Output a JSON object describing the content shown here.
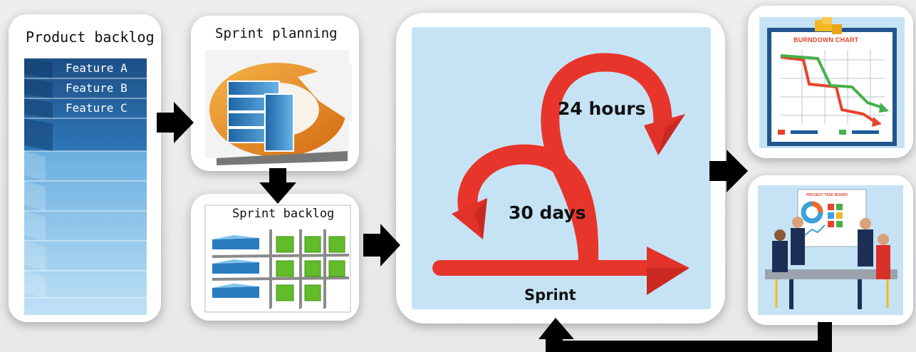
{
  "product_backlog": {
    "title": "Product backlog",
    "features": [
      "Feature A",
      "Feature B",
      "Feature C"
    ]
  },
  "sprint_planning": {
    "title": "Sprint planning"
  },
  "sprint_backlog": {
    "title": "Sprint backlog"
  },
  "sprint_cycle": {
    "daily_label": "24 hours",
    "cycle_label": "30 days",
    "sprint_label": "Sprint"
  },
  "burndown": {
    "title": "BURNDOWN CHART"
  },
  "meeting": {
    "board_title": "PROJECT TASK BOARD"
  },
  "colors": {
    "arrow_red": "#e8352b",
    "sky": "#c6e3f5",
    "bar_blue": "#1f6aa8",
    "cube_green": "#6cc12c",
    "planning_orange": "#e98a24"
  }
}
